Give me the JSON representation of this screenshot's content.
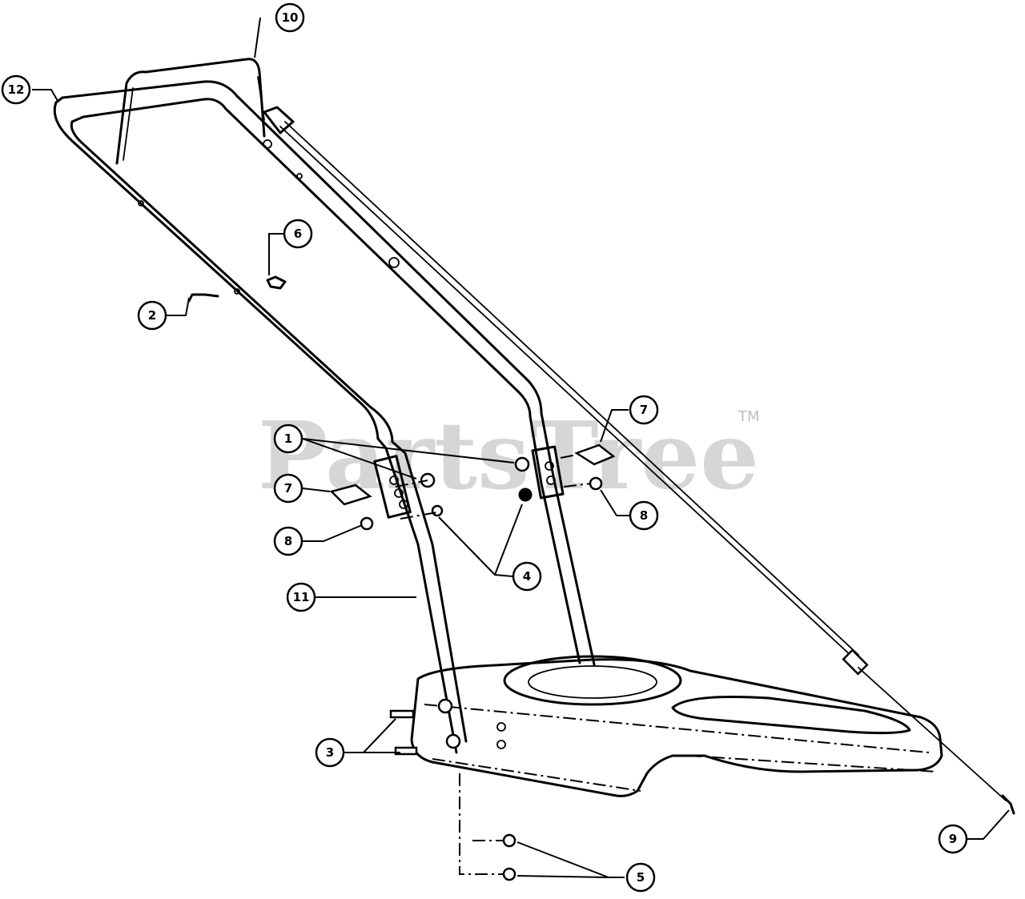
{
  "diagram": {
    "watermark": "PartsTree",
    "trademark": "TM",
    "callouts": [
      {
        "id": "c1",
        "number": "1"
      },
      {
        "id": "c2",
        "number": "2"
      },
      {
        "id": "c3",
        "number": "3"
      },
      {
        "id": "c4",
        "number": "4"
      },
      {
        "id": "c5",
        "number": "5"
      },
      {
        "id": "c6",
        "number": "6"
      },
      {
        "id": "c7a",
        "number": "7"
      },
      {
        "id": "c7b",
        "number": "7"
      },
      {
        "id": "c8a",
        "number": "8"
      },
      {
        "id": "c8b",
        "number": "8"
      },
      {
        "id": "c9",
        "number": "9"
      },
      {
        "id": "c10",
        "number": "10"
      },
      {
        "id": "c11",
        "number": "11"
      },
      {
        "id": "c12",
        "number": "12"
      }
    ]
  }
}
